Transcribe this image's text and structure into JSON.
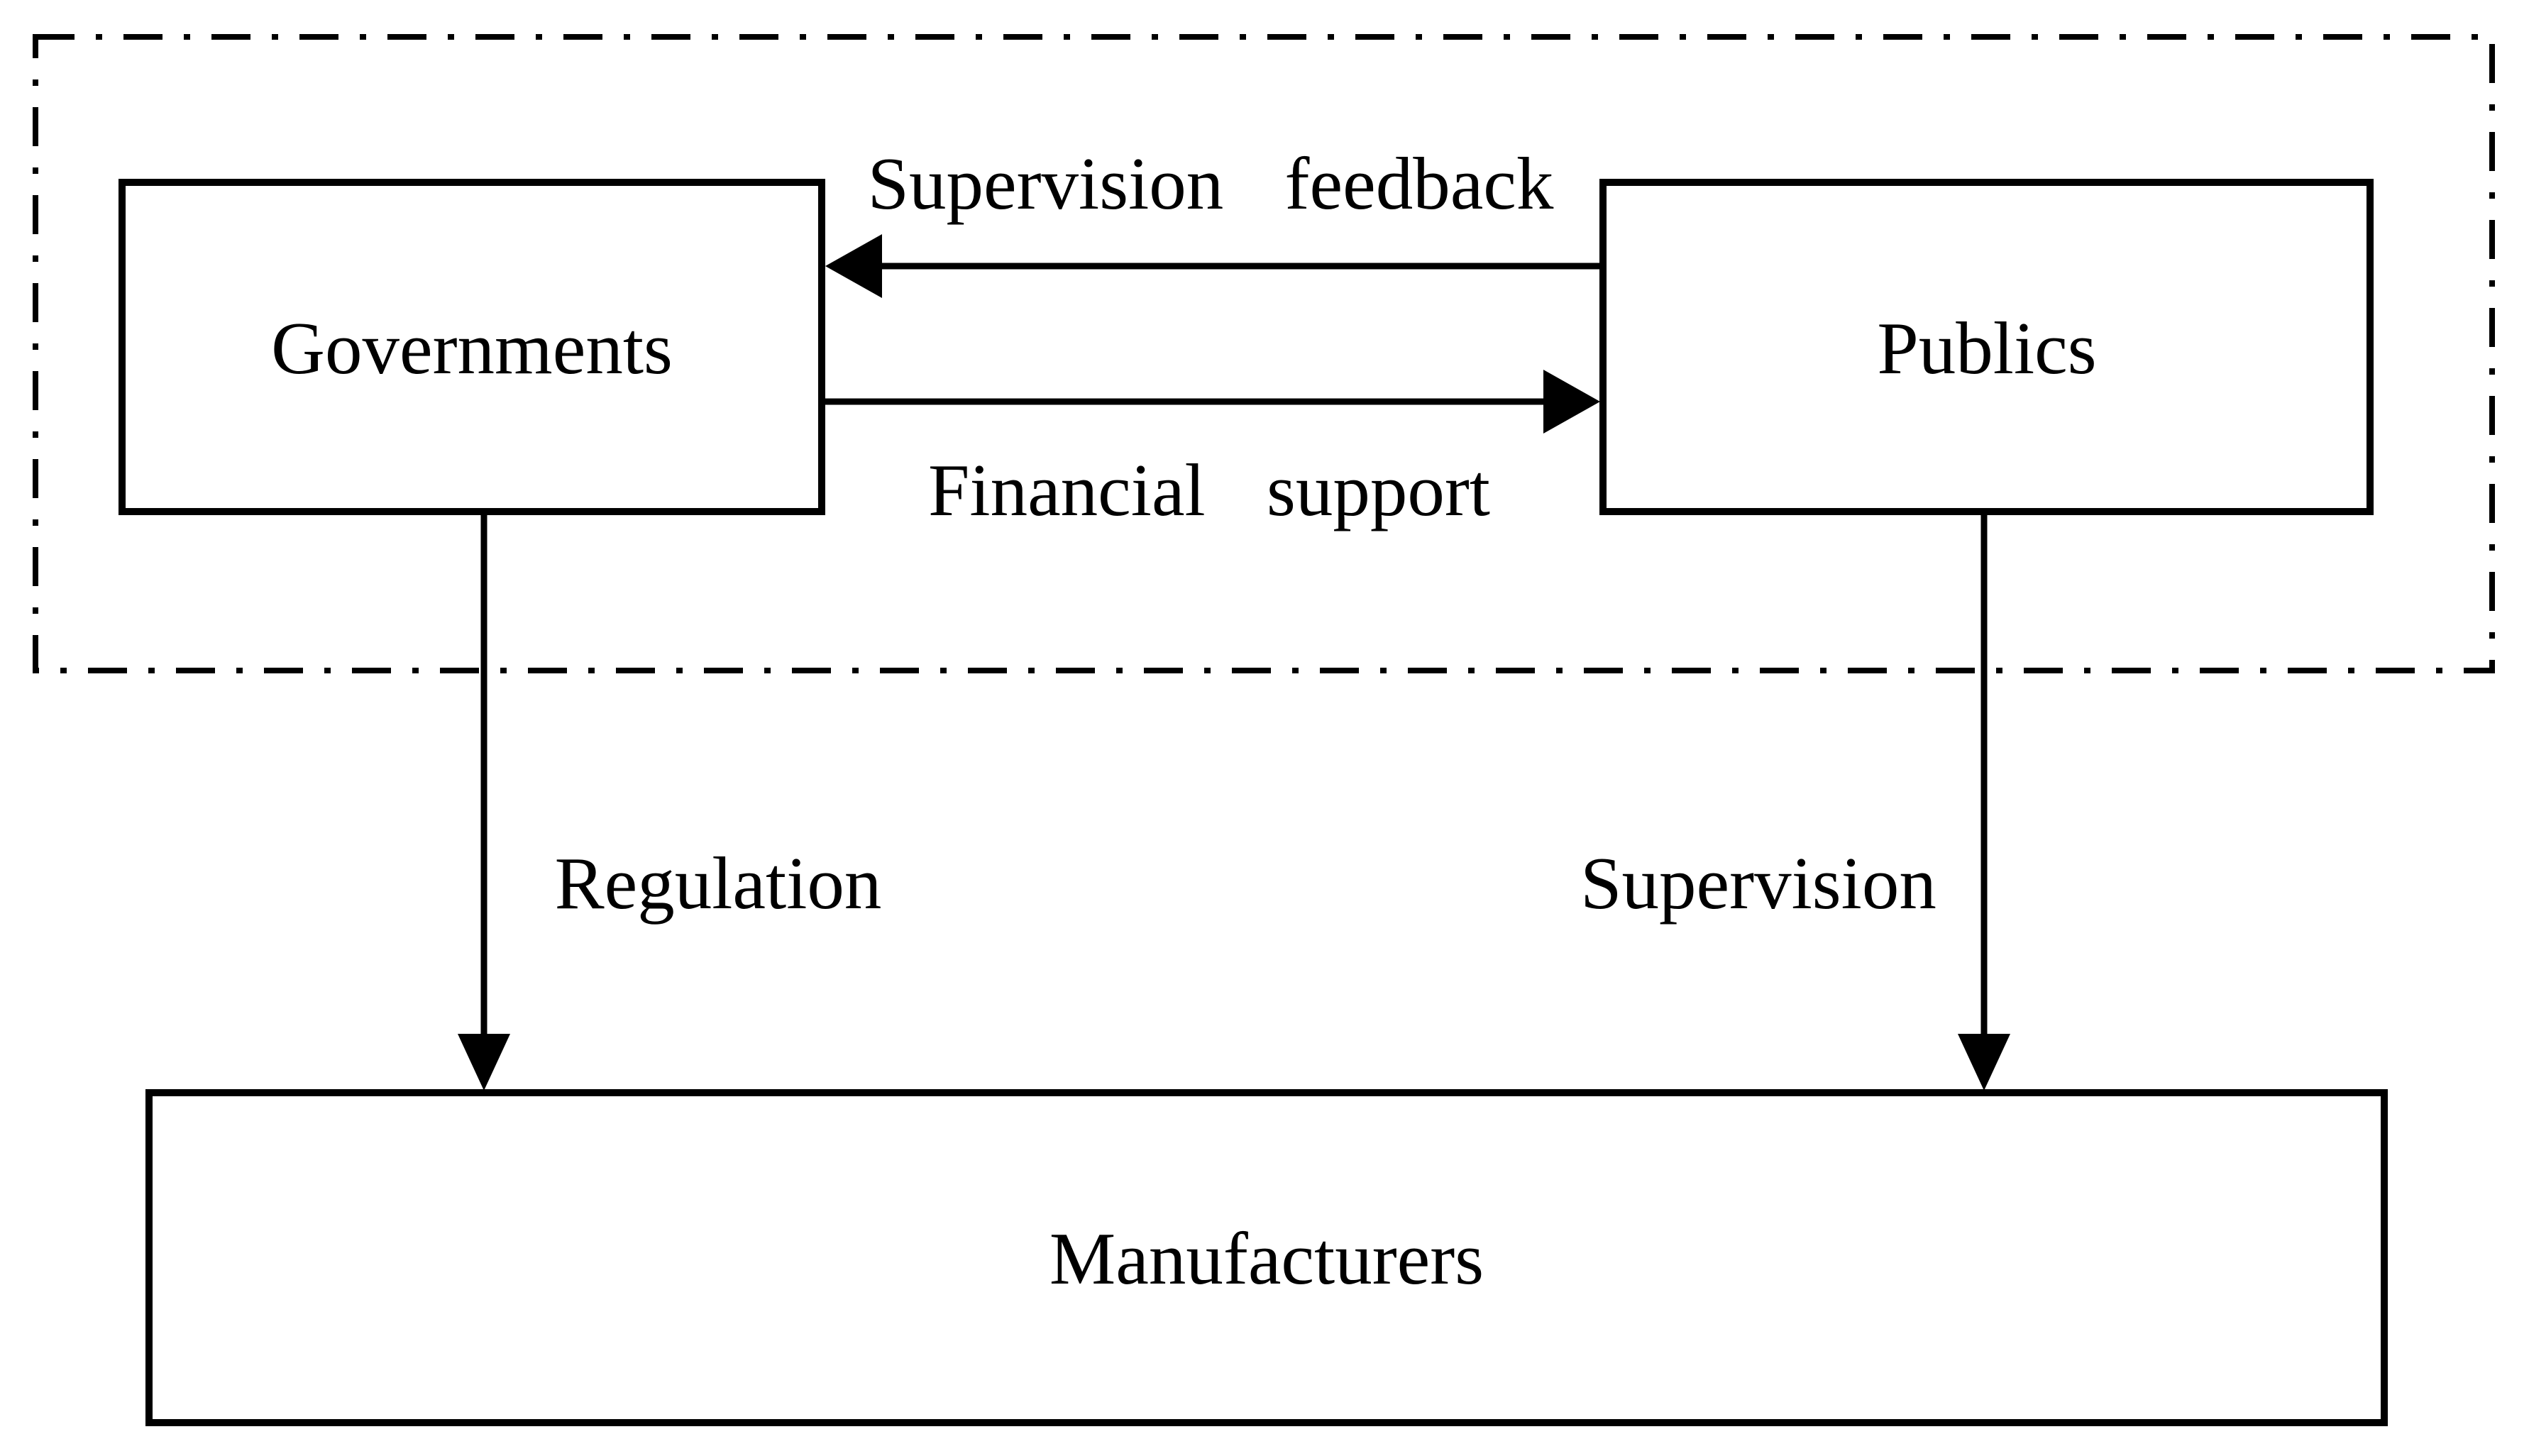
{
  "colors": {
    "line": "#000000",
    "background": "#ffffff"
  },
  "nodes": {
    "governments": {
      "label": "Governments"
    },
    "publics": {
      "label": "Publics"
    },
    "manufacturers": {
      "label": "Manufacturers"
    }
  },
  "edges": {
    "supervision_feedback": {
      "label": "Supervision feedback",
      "from": "Publics",
      "to": "Governments"
    },
    "financial_support": {
      "label": "Financial support",
      "from": "Governments",
      "to": "Publics"
    },
    "regulation": {
      "label": "Regulation",
      "from": "Governments",
      "to": "Manufacturers"
    },
    "supervision": {
      "label": "Supervision",
      "from": "Publics",
      "to": "Manufacturers"
    }
  }
}
